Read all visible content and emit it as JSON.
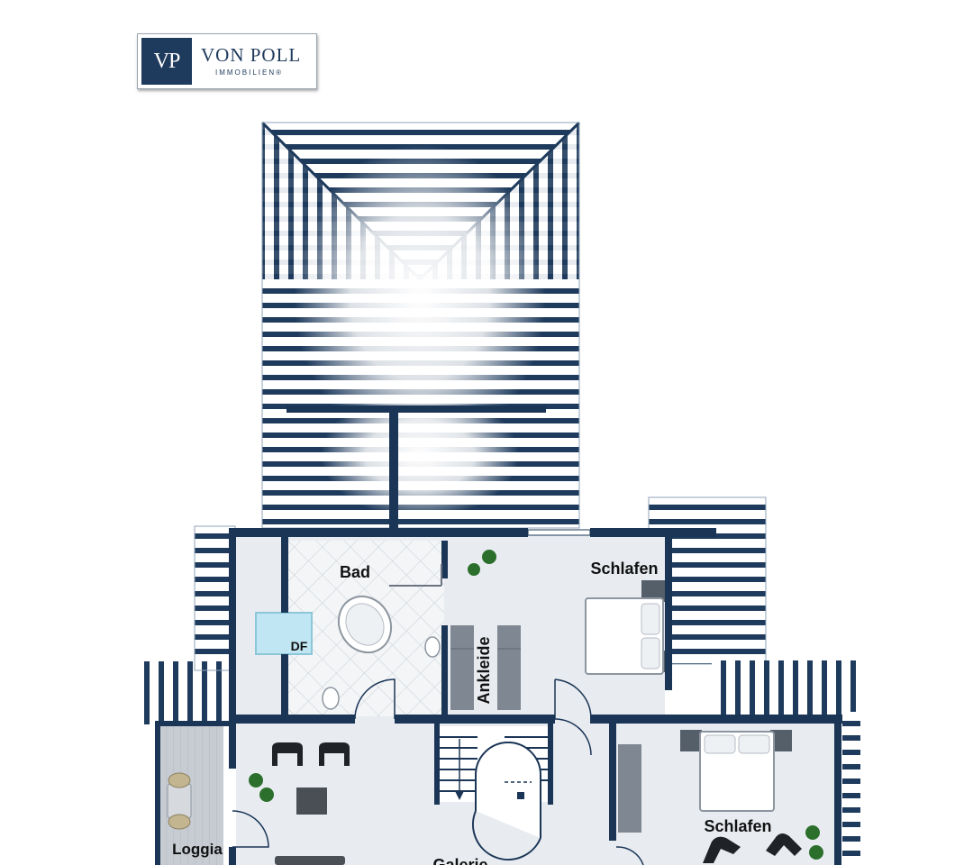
{
  "logo": {
    "mark": "VP",
    "name": "VON POLL",
    "sub": "IMMOBILIEN®"
  },
  "rooms": {
    "bad": "Bad",
    "df": "DF",
    "ankleide": "Ankleide",
    "schlafen_1": "Schlafen",
    "schlafen_2": "Schlafen",
    "loggia": "Loggia",
    "galerie": "Galerie"
  },
  "colors": {
    "wall": "#1a3556",
    "roof_stripe": "#1e3a5c",
    "floor": "#e8ecf1",
    "tile": "#f3f5f7",
    "skylight": "#bfe6f2",
    "loggia_deck": "#c7ccd2",
    "plant": "#2c6f2c"
  }
}
